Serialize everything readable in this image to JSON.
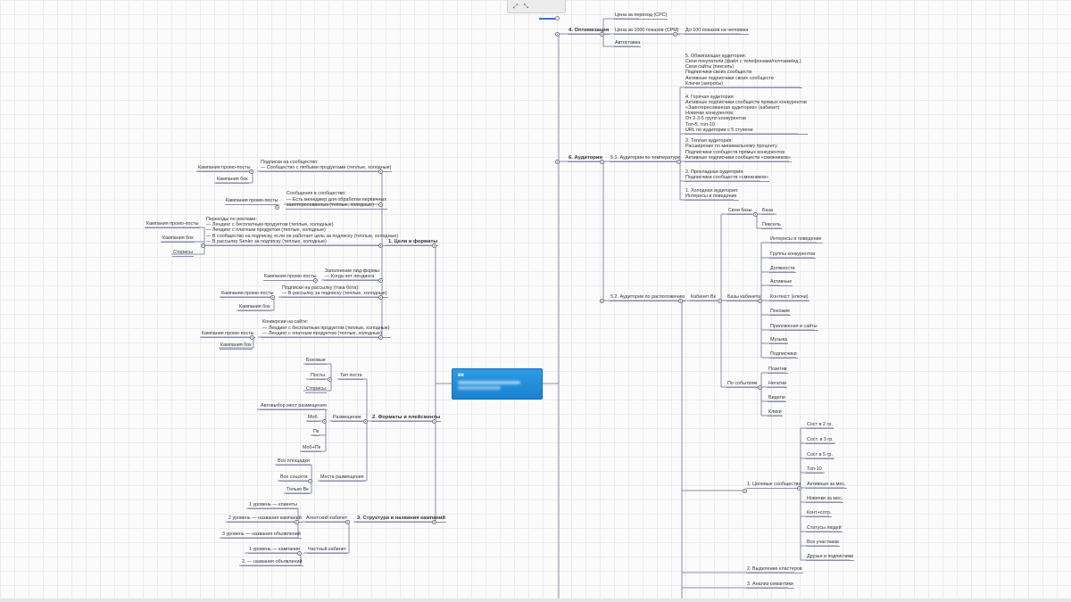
{
  "central": {
    "label": "вк"
  },
  "toolbar": {
    "expand_icon": "expand-icon",
    "collapse_icon": "collapse-icon"
  },
  "nodes": [
    {
      "id": "n0",
      "text": "Подписки на сообщество:\n— Сообщество с любыми продуктами (теплые, холодные)"
    },
    {
      "id": "n1",
      "text": "Кампания промо-посты"
    },
    {
      "id": "n2",
      "text": "Кампания бок"
    },
    {
      "id": "n3",
      "text": "Сообщения в сообщество:\n— Есть менеджер для обработки первичных\nзаинтересованных (теплые, холодные)"
    },
    {
      "id": "n4",
      "text": "Кампания промо-посты"
    },
    {
      "id": "n5",
      "text": "Переходы по рекламе:\n— Лендинг с бесплатным продуктом (теплые, холодные)\n— Лендинг с платным продуктом (теплые, холодные)\n— В сообщество на подписку, если не работает цель за подписку (теплые, холодные)\n— В рассылку Senler за подписку (теплые, холодные)"
    },
    {
      "id": "n6",
      "text": "Кампания промо-посты"
    },
    {
      "id": "n7",
      "text": "Кампания бок"
    },
    {
      "id": "n8",
      "text": "Сторисы"
    },
    {
      "id": "n9",
      "text": "1. Цели и форматы"
    },
    {
      "id": "n10",
      "text": "Заполнение лид-формы:\n— Когда нет лендинга"
    },
    {
      "id": "n11",
      "text": "Кампания промо-посты"
    },
    {
      "id": "n12",
      "text": "Подписки на рассылку (тока бота):\n— В рассылку за подписку (теплые, холодные)"
    },
    {
      "id": "n13",
      "text": "Кампания промо-посты"
    },
    {
      "id": "n14",
      "text": "Кампания бок"
    },
    {
      "id": "n15",
      "text": "Конверсии на сайте:\n— Лендинг с бесплатным продуктом (теплые, холодные)\n— Лендинг с платным продуктом (теплые, холодные)"
    },
    {
      "id": "n16",
      "text": "Кампания промо-посты"
    },
    {
      "id": "n17",
      "text": "Кампания бок"
    },
    {
      "id": "n18",
      "text": "Боковые"
    },
    {
      "id": "n19",
      "text": "Посты"
    },
    {
      "id": "n20",
      "text": "Тип поста"
    },
    {
      "id": "n21",
      "text": "Сторисы"
    },
    {
      "id": "n22",
      "text": "Автовыбор мест размещения"
    },
    {
      "id": "n23",
      "text": "Моб."
    },
    {
      "id": "n24",
      "text": "Размещение"
    },
    {
      "id": "n25",
      "text": "2. Форматы и плейсменты"
    },
    {
      "id": "n26",
      "text": "Пк"
    },
    {
      "id": "n27",
      "text": "Моб+Пк"
    },
    {
      "id": "n28",
      "text": "Все площадки"
    },
    {
      "id": "n29",
      "text": "Все соцсети"
    },
    {
      "id": "n30",
      "text": "Места размещения"
    },
    {
      "id": "n31",
      "text": "Только Вк"
    },
    {
      "id": "n32",
      "text": "1 уровень — клиенты"
    },
    {
      "id": "n33",
      "text": "2 уровень — названия кампаний"
    },
    {
      "id": "n34",
      "text": "Агентский кабинет"
    },
    {
      "id": "n35",
      "text": "3. Структура и названия кампаний"
    },
    {
      "id": "n36",
      "text": "3 уровень — названия объявлений"
    },
    {
      "id": "n37",
      "text": "1 уровень — кампании"
    },
    {
      "id": "n38",
      "text": "Частный кабинет"
    },
    {
      "id": "n39",
      "text": "2. — названия объявлений"
    },
    {
      "id": "n40",
      "text": "Цена за переход (CPC)"
    },
    {
      "id": "n41",
      "text": "4. Оптимизация"
    },
    {
      "id": "n42",
      "text": "Цена за 1000 показов (CPM)"
    },
    {
      "id": "n43",
      "text": "До 100 показов на человека"
    },
    {
      "id": "n44",
      "text": "Автоставка"
    },
    {
      "id": "n45",
      "text": "5. Обжигающая аудитория:\nСвои покупатели (файл с телефонами/почтами/ид.)\nСвои сайты (пиксель)\nПодписчики своих сообществ\nАктивные подписчики своих сообществ\nКлючи (запросы)"
    },
    {
      "id": "n46",
      "text": "4. Горячая аудитория:\nАктивные подписчики сообществ прямых конкурентов\n«Заинтересованная аудитория» (кабинет)\nНовички конкурентов\nОт 2-3-5 групп конкурентов\nТоп-5, топ-10\nURL по аудитории с 5 ступени"
    },
    {
      "id": "n47",
      "text": "3. Теплая аудитория:\nРасширение по минимальному проценту\nПодписчики сообществ прямых конкурентов\nАктивные подписчики сообществ «смежников»"
    },
    {
      "id": "n48",
      "text": "2. Прохладная аудитория:\nПодписчики сообществ «смежников»"
    },
    {
      "id": "n49",
      "text": "1. Холодная аудитория:\nИнтересы и поведение"
    },
    {
      "id": "n50",
      "text": "6. Аудитории"
    },
    {
      "id": "n51",
      "text": "5.1. Аудитории по температуре"
    },
    {
      "id": "n52",
      "text": "Свои базы"
    },
    {
      "id": "n53",
      "text": "База"
    },
    {
      "id": "n54",
      "text": "Пиксель"
    },
    {
      "id": "n55",
      "text": "Интересы и поведение"
    },
    {
      "id": "n56",
      "text": "Группы конкурентов"
    },
    {
      "id": "n57",
      "text": "Должности"
    },
    {
      "id": "n58",
      "text": "Активные"
    },
    {
      "id": "n59",
      "text": "5.2. Аудитории по расположению"
    },
    {
      "id": "n60",
      "text": "Кабинет Вк"
    },
    {
      "id": "n61",
      "text": "Базы кабинета"
    },
    {
      "id": "n62",
      "text": "Контекст (ключи)"
    },
    {
      "id": "n63",
      "text": "Похожие"
    },
    {
      "id": "n64",
      "text": "Приложения и сайты"
    },
    {
      "id": "n65",
      "text": "Музыка"
    },
    {
      "id": "n66",
      "text": "Подписчики"
    },
    {
      "id": "n67",
      "text": "Позитив"
    },
    {
      "id": "n68",
      "text": "По событиям"
    },
    {
      "id": "n69",
      "text": "Негатив"
    },
    {
      "id": "n70",
      "text": "Видели"
    },
    {
      "id": "n71",
      "text": "Клики"
    },
    {
      "id": "n72",
      "text": "Сост в 2 гр."
    },
    {
      "id": "n73",
      "text": "Сост. в 3 гр."
    },
    {
      "id": "n74",
      "text": "Сост в 5 гр."
    },
    {
      "id": "n75",
      "text": "Топ-10"
    },
    {
      "id": "n76",
      "text": "1. Целевые сообщества"
    },
    {
      "id": "n77",
      "text": "Активные за мес."
    },
    {
      "id": "n78",
      "text": "Новички за мес."
    },
    {
      "id": "n79",
      "text": "Конт+сотр."
    },
    {
      "id": "n80",
      "text": "Статусы людей"
    },
    {
      "id": "n81",
      "text": "Все участники"
    },
    {
      "id": "n82",
      "text": "Друзья и подписчики"
    },
    {
      "id": "n83",
      "text": "2. Выделение кластеров"
    },
    {
      "id": "n84",
      "text": "3. Анализ семантики"
    }
  ]
}
